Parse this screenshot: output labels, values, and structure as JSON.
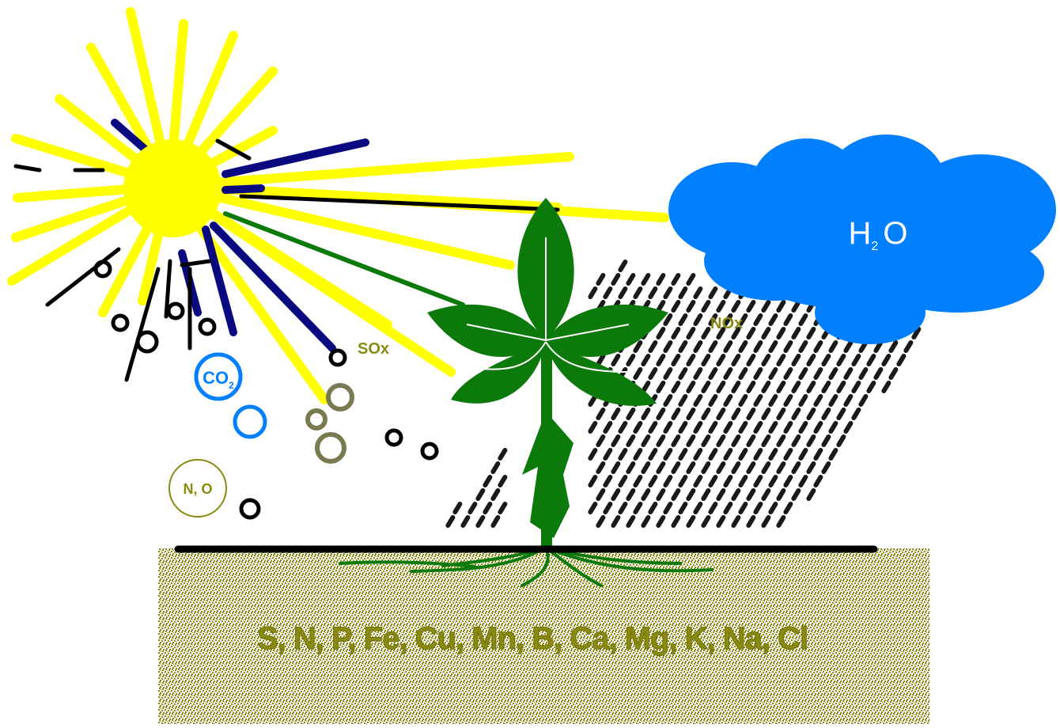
{
  "labels": {
    "sox": "SOx",
    "nox": "NOx",
    "co2_prefix": "CO",
    "co2_sub": "2",
    "n2o_a": "N",
    "n2o_b": "O",
    "h2o_prefix": "H",
    "h2o_sub": "2",
    "h2o_suffix": "O",
    "soil_elements": "S, N, P, Fe, Cu, Mn, B, Ca, Mg, K, Na, Cl"
  },
  "colors": {
    "sun": "#ffff00",
    "sun_dark_ray": "#0a0a80",
    "cloud": "#0080ff",
    "plant": "#0b7a0b",
    "soil": "#8a8a10",
    "gas_label": "#8a8a10",
    "rain": "#1a1a1a",
    "ground_line": "#000000"
  }
}
